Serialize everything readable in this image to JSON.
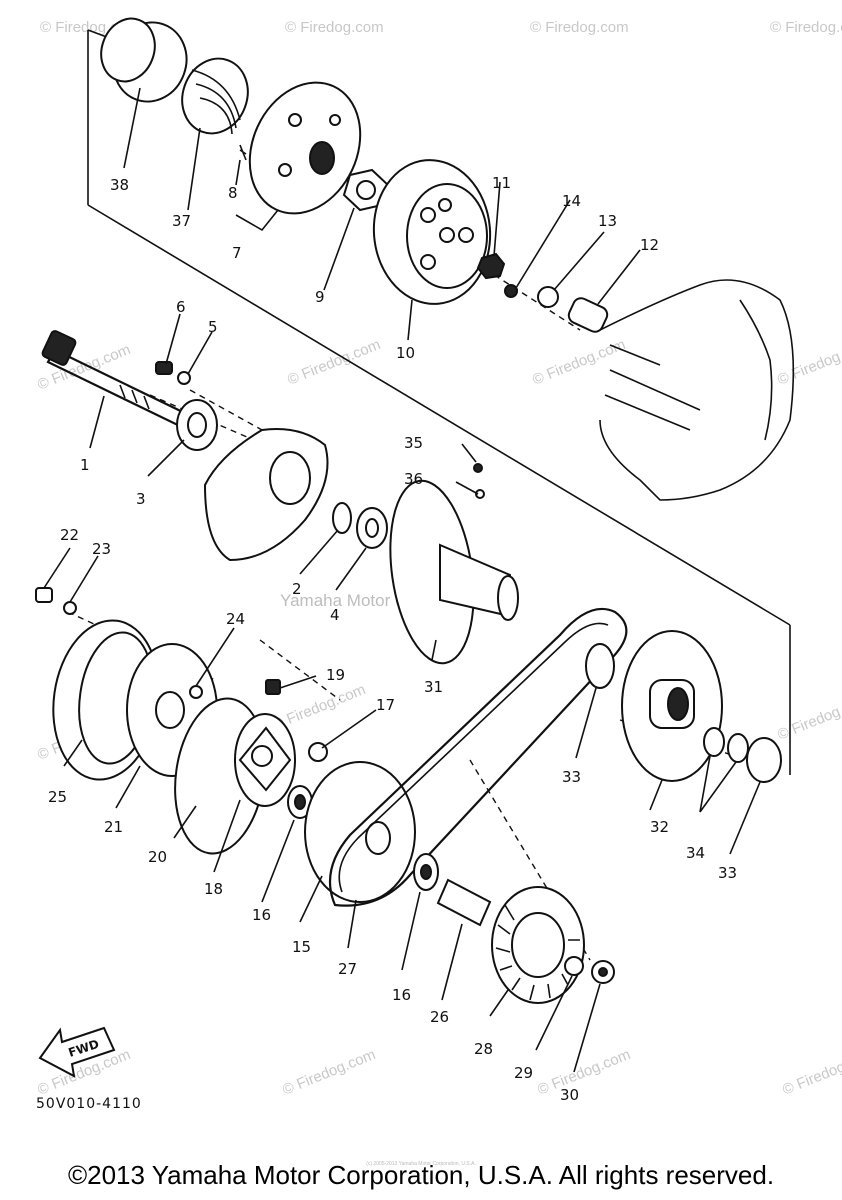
{
  "watermarks": {
    "tag": "© Firedog.com",
    "center": "Yamaha Motor Corp., U.S.A."
  },
  "callouts": [
    "1",
    "2",
    "3",
    "4",
    "5",
    "6",
    "7",
    "8",
    "9",
    "10",
    "11",
    "12",
    "13",
    "14",
    "15",
    "16",
    "16",
    "17",
    "18",
    "19",
    "20",
    "21",
    "22",
    "23",
    "24",
    "25",
    "26",
    "27",
    "28",
    "29",
    "30",
    "31",
    "32",
    "33",
    "33",
    "34",
    "35",
    "36",
    "37",
    "38"
  ],
  "fwd_label": "FWD",
  "diagram_code": "50V010-4110",
  "copyright": "©2013 Yamaha Motor Corporation, U.S.A. All rights reserved.",
  "fine_print": "(c) 2005-2013 Yamaha Motor Corporation, U.S.A."
}
